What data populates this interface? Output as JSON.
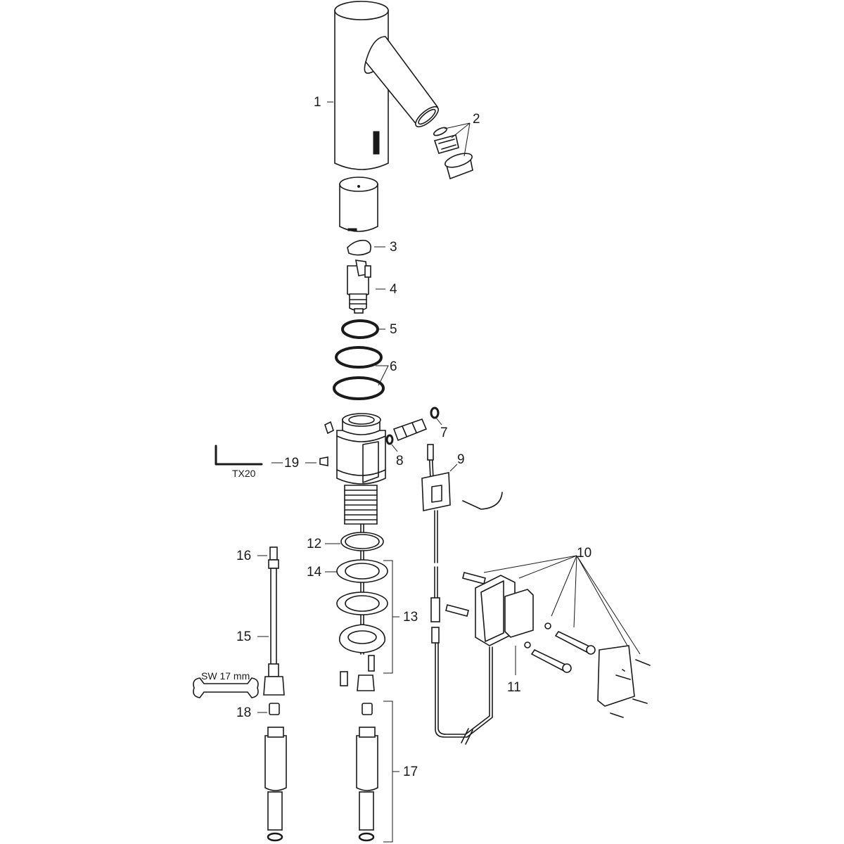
{
  "diagram": {
    "type": "exploded-parts-view",
    "subject": "sensor basin faucet",
    "background": "#ffffff",
    "line_color": "#1a1a1a"
  },
  "callouts": [
    {
      "id": "1",
      "label": "1"
    },
    {
      "id": "2",
      "label": "2"
    },
    {
      "id": "3",
      "label": "3"
    },
    {
      "id": "4",
      "label": "4"
    },
    {
      "id": "5",
      "label": "5"
    },
    {
      "id": "6",
      "label": "6"
    },
    {
      "id": "7",
      "label": "7"
    },
    {
      "id": "8",
      "label": "8"
    },
    {
      "id": "9",
      "label": "9"
    },
    {
      "id": "10",
      "label": "10"
    },
    {
      "id": "11",
      "label": "11"
    },
    {
      "id": "12",
      "label": "12"
    },
    {
      "id": "13",
      "label": "13"
    },
    {
      "id": "14",
      "label": "14"
    },
    {
      "id": "15",
      "label": "15"
    },
    {
      "id": "16",
      "label": "16"
    },
    {
      "id": "17",
      "label": "17"
    },
    {
      "id": "18",
      "label": "18"
    },
    {
      "id": "19",
      "label": "19"
    }
  ],
  "tool_labels": {
    "hex_key": "TX20",
    "wrench": "SW 17 mm"
  }
}
